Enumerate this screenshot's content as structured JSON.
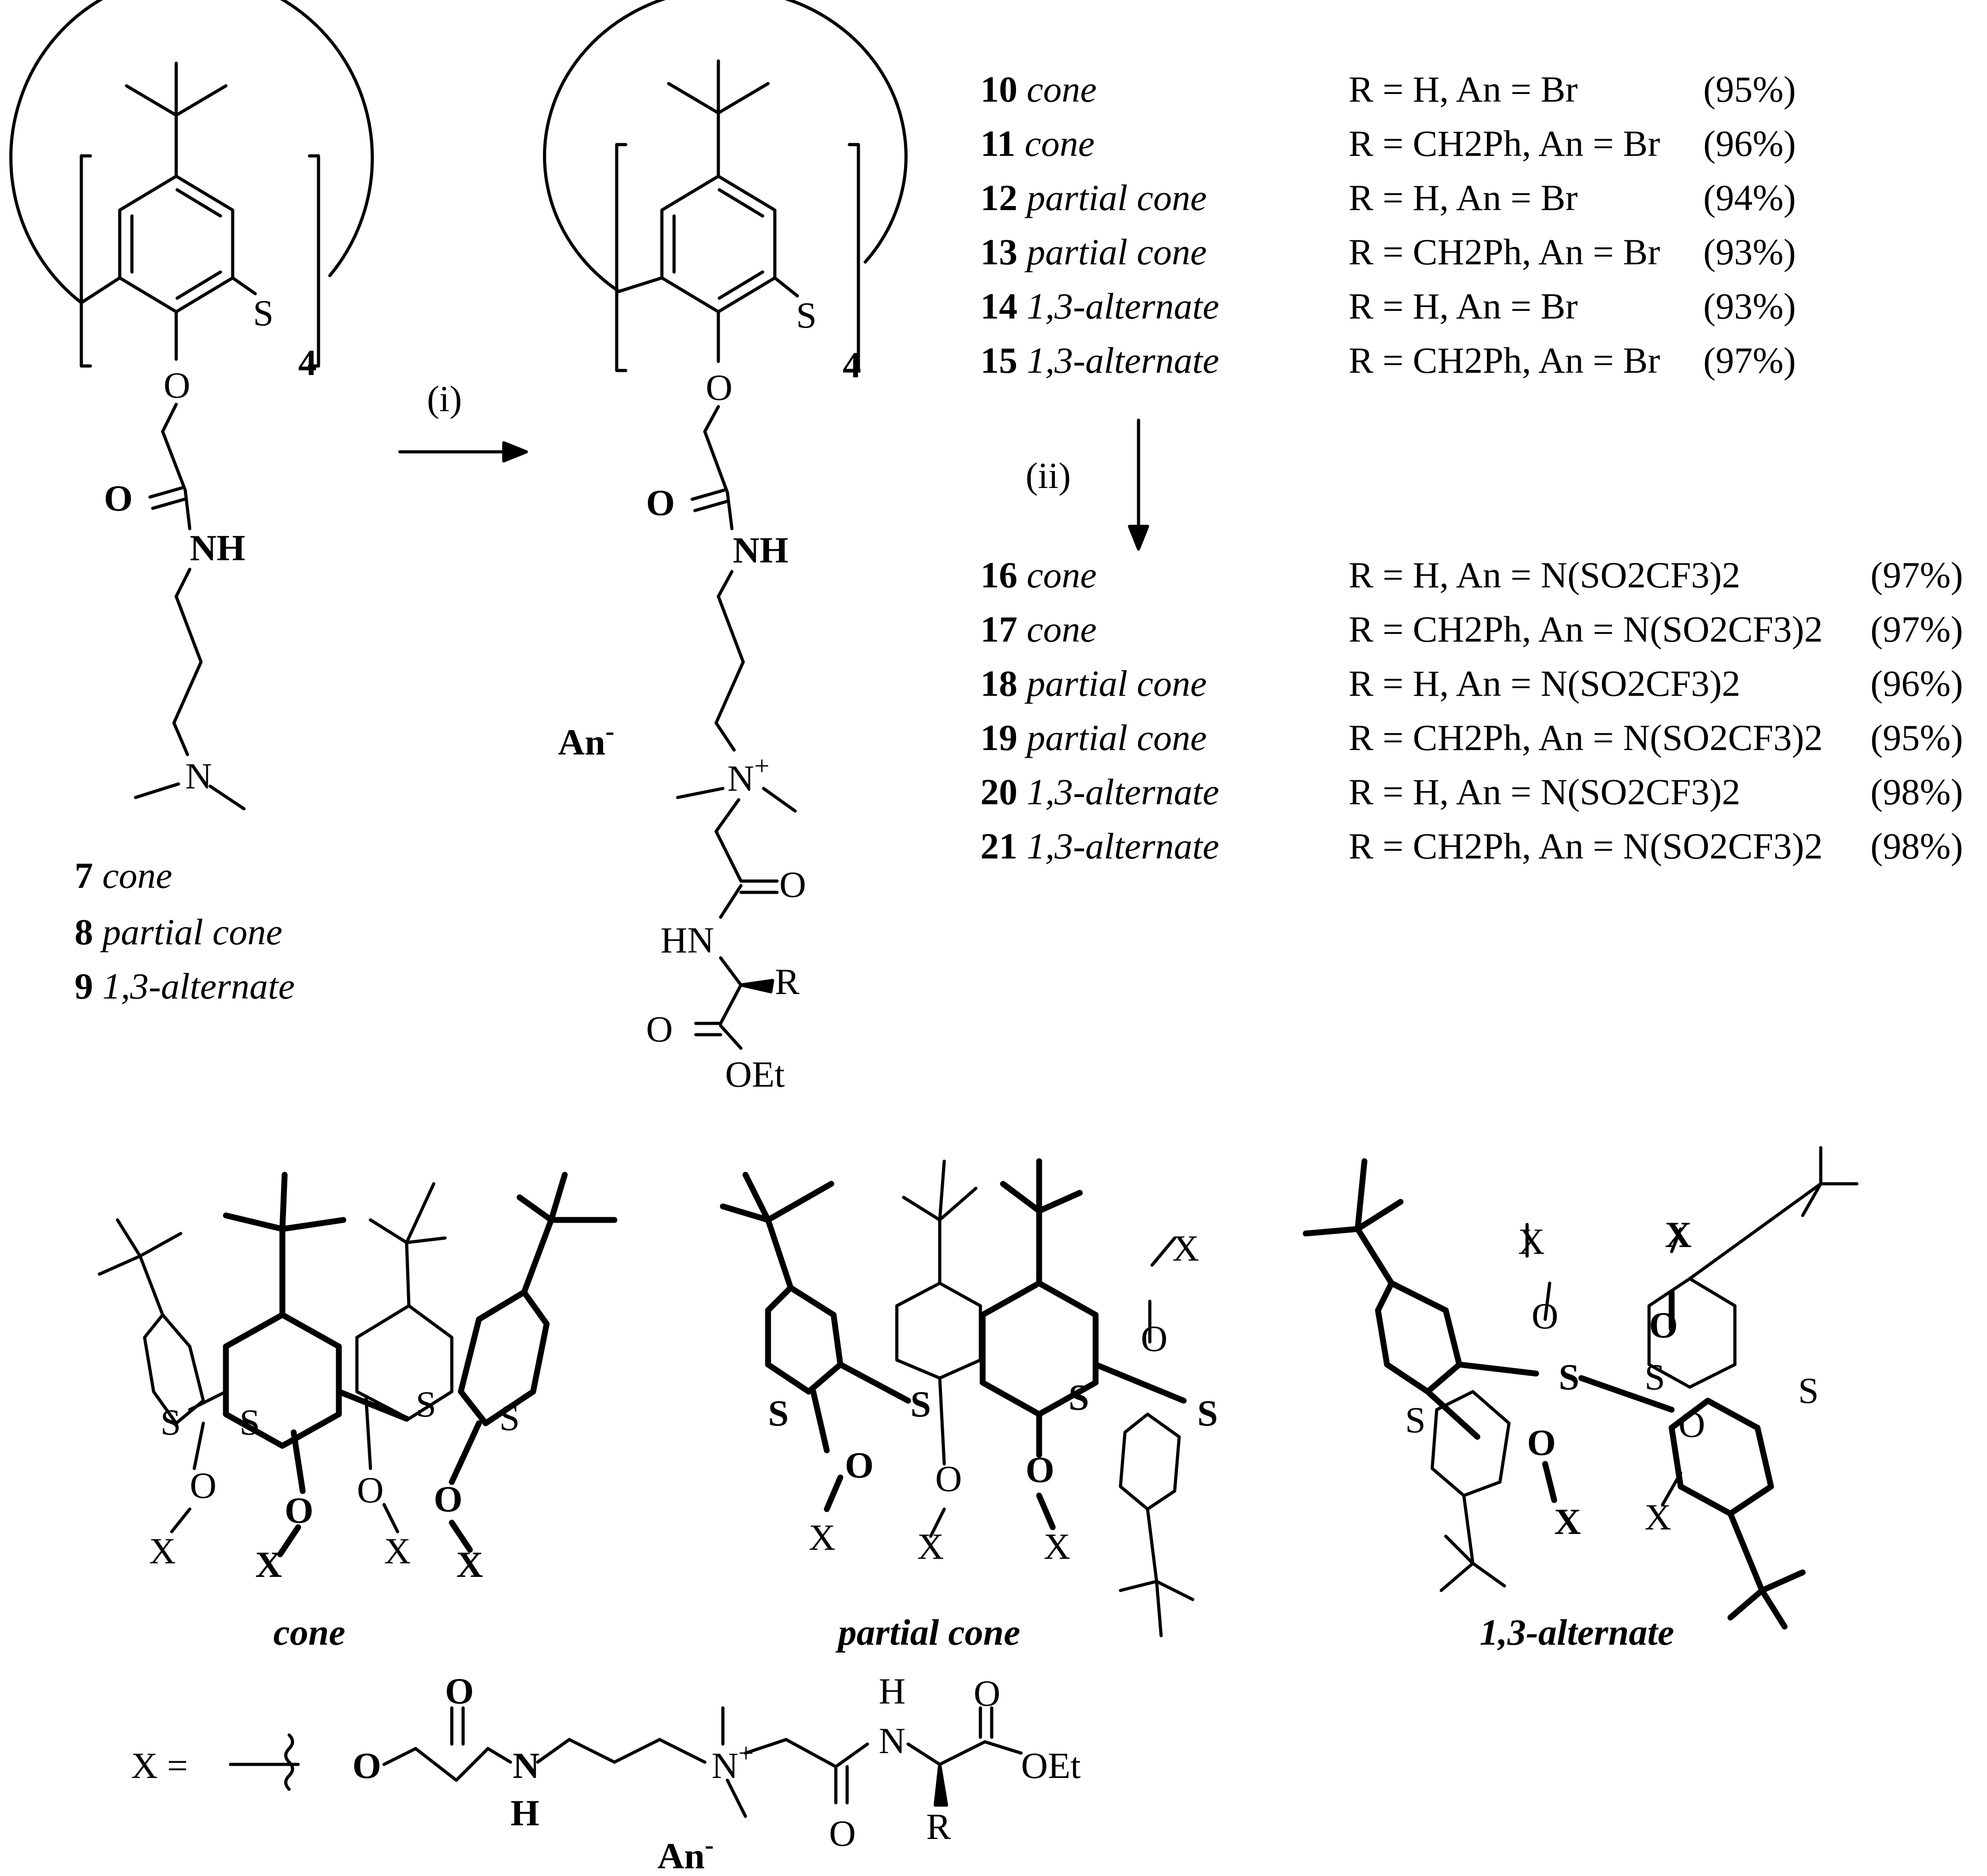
{
  "start_compound": {
    "o": "O",
    "o_amide": "O",
    "nh": "NH",
    "n": "N",
    "s": "S",
    "subscript": "4",
    "list": [
      {
        "num": "7",
        "conf": "cone"
      },
      {
        "num": "8",
        "conf": "partial cone"
      },
      {
        "num": "9",
        "conf": "1,3-alternate"
      }
    ]
  },
  "product_compound": {
    "o": "O",
    "o_amide": "O",
    "nh": "NH",
    "s": "S",
    "subscript": "4",
    "anion": "An",
    "anion_charge": "-",
    "n": "N",
    "n_charge": "+",
    "o2": "O",
    "hn": "HN",
    "r": "R",
    "o3": "O",
    "oet": "OEt"
  },
  "arrows": {
    "step1": "(i)",
    "step2": "(ii)"
  },
  "br_rows": [
    {
      "num": "10",
      "conf": "cone",
      "r": "R = H, An = Br",
      "yield": "(95%)"
    },
    {
      "num": "11",
      "conf": "cone",
      "r": "R = CH2Ph, An = Br",
      "yield": "(96%)"
    },
    {
      "num": "12",
      "conf": "partial cone",
      "r": "R = H, An = Br",
      "yield": "(94%)"
    },
    {
      "num": "13",
      "conf": "partial cone",
      "r": "R = CH2Ph, An = Br",
      "yield": "(93%)"
    },
    {
      "num": "14",
      "conf": "1,3-alternate",
      "r": "R = H, An = Br",
      "yield": "(93%)"
    },
    {
      "num": "15",
      "conf": "1,3-alternate",
      "r": "R = CH2Ph, An = Br",
      "yield": "(97%)"
    }
  ],
  "ntf_rows": [
    {
      "num": "16",
      "conf": "cone",
      "r": "R = H, An = N(SO2CF3)2",
      "yield": "(97%)"
    },
    {
      "num": "17",
      "conf": "cone",
      "r": "R = CH2Ph, An = N(SO2CF3)2",
      "yield": "(97%)"
    },
    {
      "num": "18",
      "conf": "partial cone",
      "r": "R = H, An = N(SO2CF3)2",
      "yield": "(96%)"
    },
    {
      "num": "19",
      "conf": "partial cone",
      "r": "R = CH2Ph, An = N(SO2CF3)2",
      "yield": "(95%)"
    },
    {
      "num": "20",
      "conf": "1,3-alternate",
      "r": "R = H, An = N(SO2CF3)2",
      "yield": "(98%)"
    },
    {
      "num": "21",
      "conf": "1,3-alternate",
      "r": "R = CH2Ph, An = N(SO2CF3)2",
      "yield": "(98%)"
    }
  ],
  "conformers": {
    "cone": {
      "label": "cone",
      "s": "S",
      "o": "O",
      "x": "X"
    },
    "partial_cone": {
      "label": "partial cone",
      "s": "S",
      "o": "O",
      "x": "X"
    },
    "alternate": {
      "label": "1,3-alternate",
      "s": "S",
      "o": "O",
      "x": "X"
    }
  },
  "x_definition": {
    "x_eq": "X =",
    "o": "O",
    "o_top": "O",
    "n": "N",
    "h": "H",
    "n_plus": "N",
    "n_charge": "+",
    "h_top": "H",
    "n_amide": "N",
    "o_bottom": "O",
    "r": "R",
    "o_ester": "O",
    "oet": "OEt",
    "anion": "An",
    "anion_charge": "-"
  }
}
